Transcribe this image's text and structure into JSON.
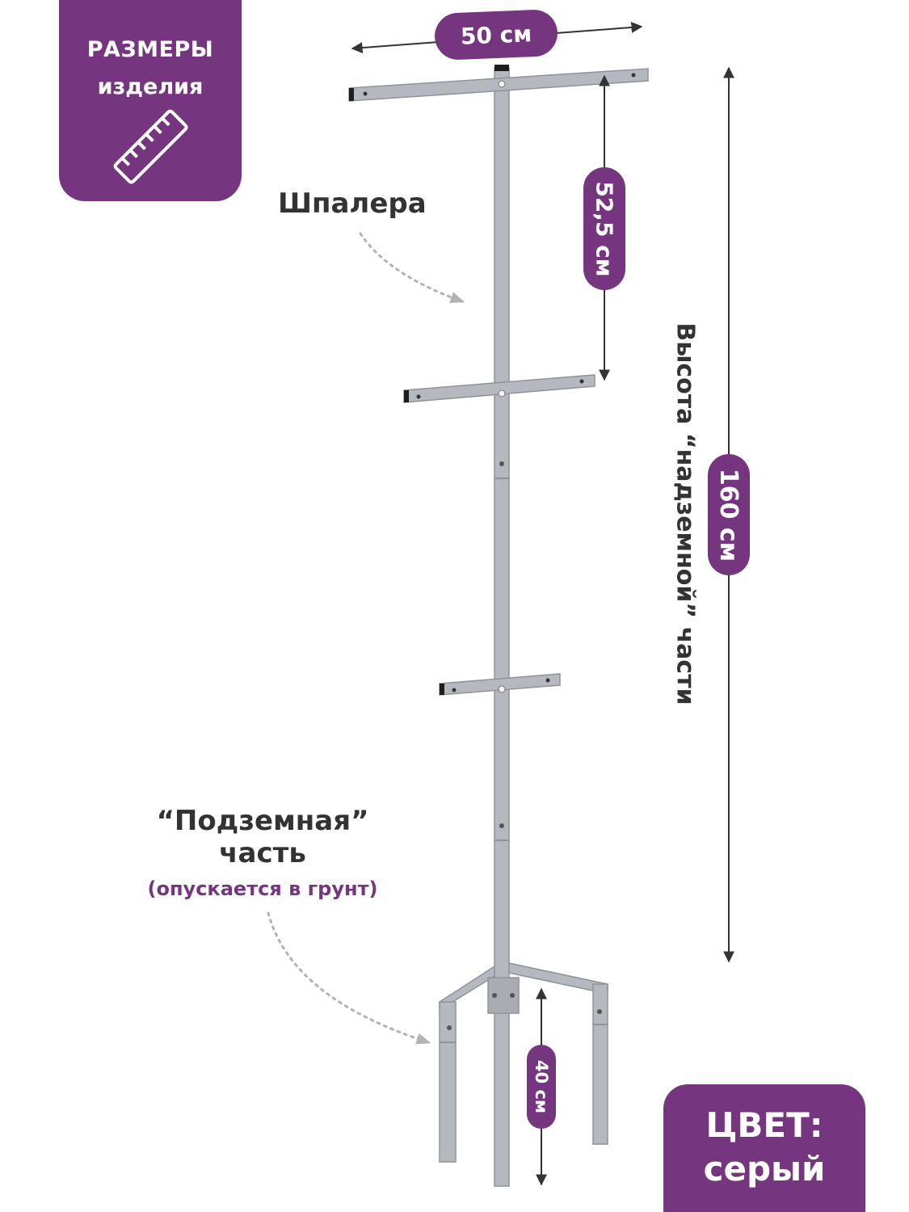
{
  "badge": {
    "title": "РАЗМЕРЫ",
    "subtitle": "изделия",
    "icon": "ruler-icon"
  },
  "dimensions": {
    "width": "50 см",
    "crossbar_spacing": "52,5 см",
    "height": "160 см",
    "underground_depth": "40 см"
  },
  "labels": {
    "trellis": "Шпалера",
    "height_caption": "Высота “надземной” части",
    "underground_line1": "“Подземная”",
    "underground_line2": "часть",
    "underground_note": "(опускается в грунт)"
  },
  "color": {
    "label": "ЦВЕТ:",
    "value": "серый"
  },
  "colors": {
    "accent": "#76357f",
    "metal": "#b5b9bf",
    "metal_dark": "#8e939a",
    "text": "#333333"
  }
}
